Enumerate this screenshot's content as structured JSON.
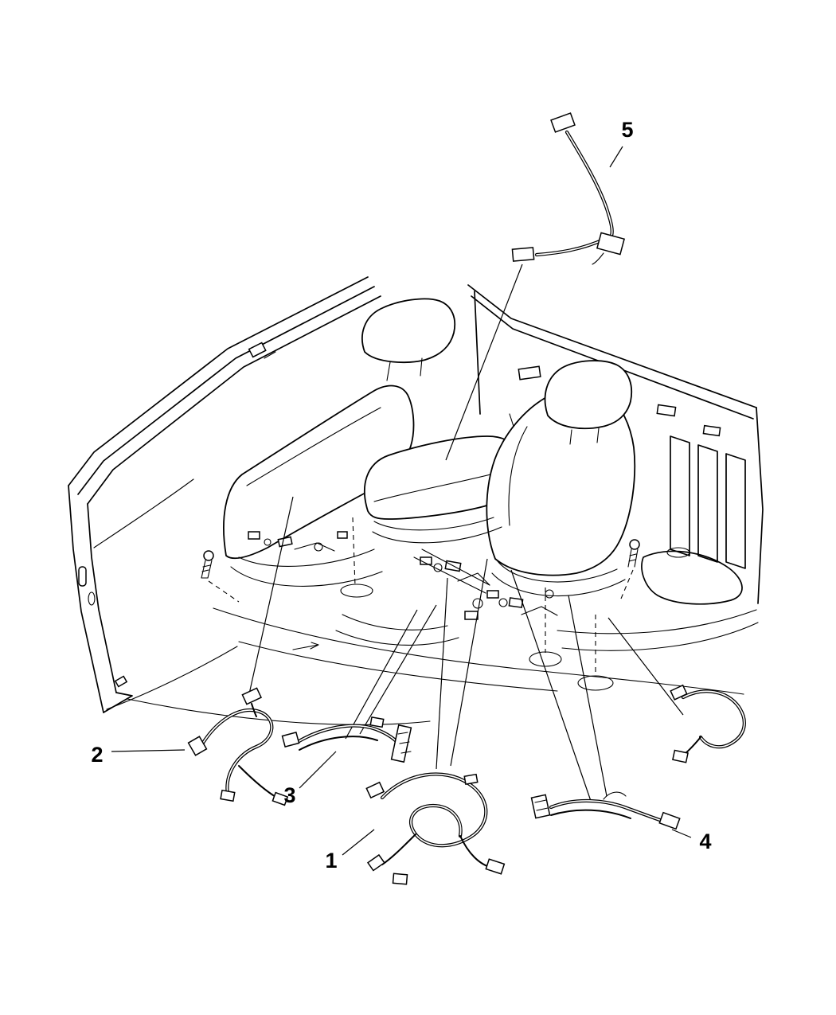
{
  "diagram": {
    "background_color": "#ffffff",
    "line_color": "#000000",
    "callouts": [
      {
        "id": "callout-1",
        "label": "1"
      },
      {
        "id": "callout-2",
        "label": "2"
      },
      {
        "id": "callout-3",
        "label": "3"
      },
      {
        "id": "callout-4",
        "label": "4"
      },
      {
        "id": "callout-5",
        "label": "5"
      }
    ]
  }
}
